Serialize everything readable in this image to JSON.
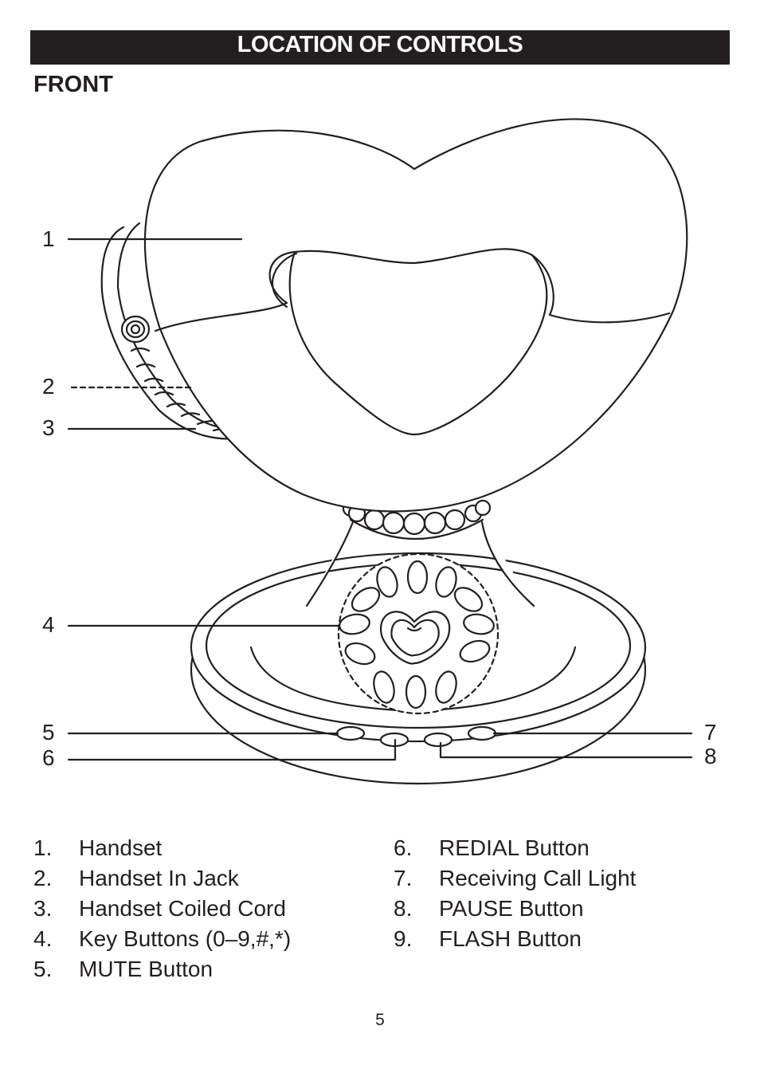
{
  "header": {
    "title": "LOCATION OF CONTROLS"
  },
  "section_title": "FRONT",
  "callouts": [
    "1",
    "2",
    "3",
    "4",
    "5",
    "6",
    "7",
    "8"
  ],
  "controls_left": [
    {
      "num": "1.",
      "label": "Handset"
    },
    {
      "num": "2.",
      "label": "Handset In Jack"
    },
    {
      "num": "3.",
      "label": "Handset Coiled Cord"
    },
    {
      "num": "4.",
      "label": "Key Buttons (0–9,#,*)"
    },
    {
      "num": "5.",
      "label": "MUTE Button"
    }
  ],
  "controls_right": [
    {
      "num": "6.",
      "label": "REDIAL Button"
    },
    {
      "num": "7.",
      "label": "Receiving Call Light"
    },
    {
      "num": "8.",
      "label": "PAUSE Button"
    },
    {
      "num": "9.",
      "label": "FLASH Button"
    }
  ],
  "footer": {
    "page_number": "5"
  }
}
